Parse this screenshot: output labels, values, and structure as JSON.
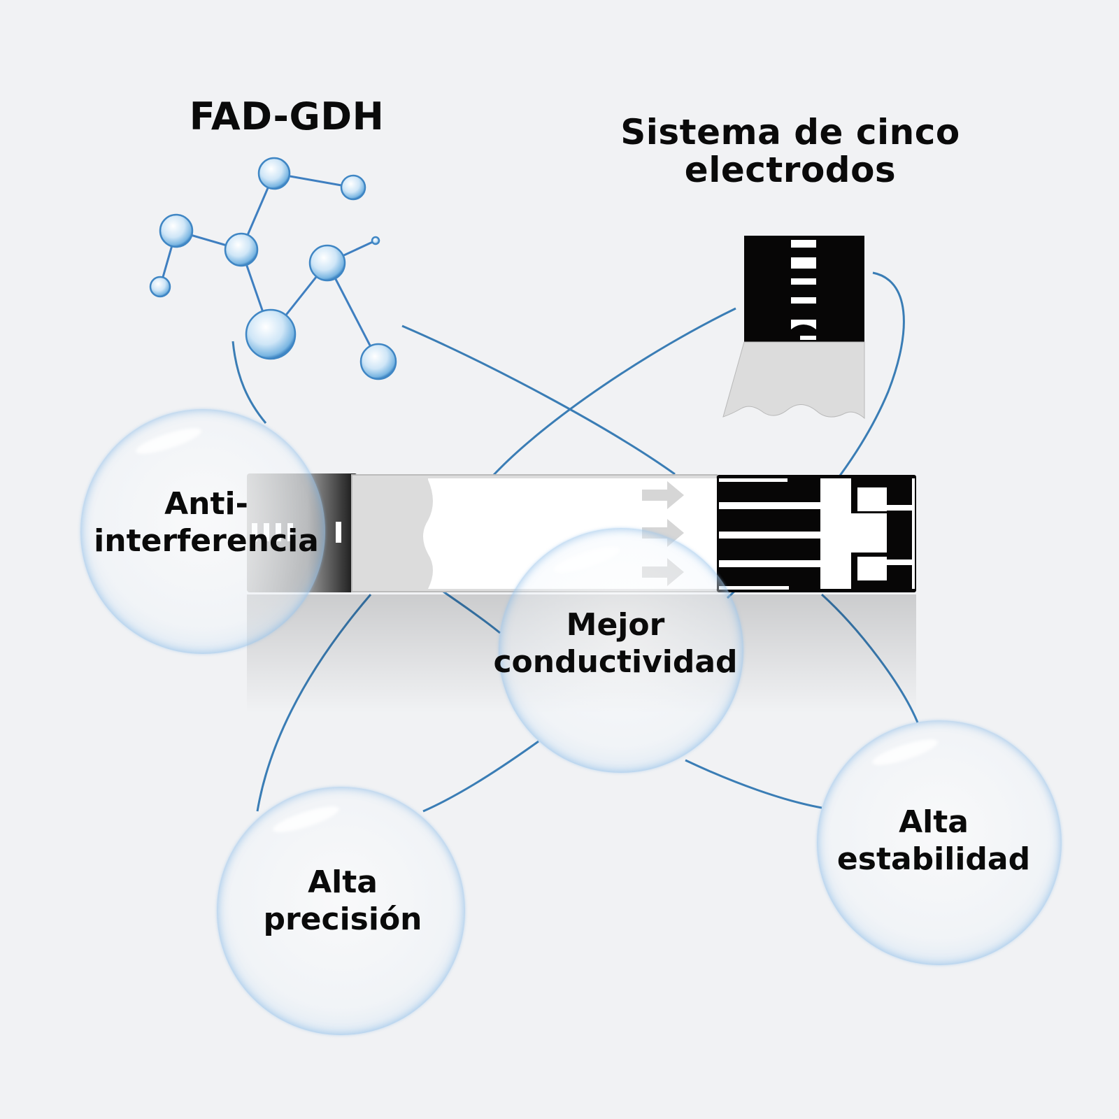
{
  "headings": {
    "enzyme": "FAD-GDH",
    "electrode_system": "Sistema de cinco electrodos"
  },
  "features": [
    {
      "id": "anti",
      "label": "Anti-\ninterferencia"
    },
    {
      "id": "conductivity",
      "label": "Mejor\nconductividad"
    },
    {
      "id": "precision",
      "label": "Alta\nprecisión"
    },
    {
      "id": "stability",
      "label": "Alta\nestabilidad"
    }
  ],
  "illustration": {
    "subject": "glucose test strip with five electrodes",
    "molecule_icon": "molecule-icon",
    "arrows": [
      "arrow-right-icon",
      "arrow-right-icon",
      "arrow-right-icon"
    ]
  },
  "colors": {
    "background": "#f1f2f4",
    "orbit_line": "#3a7db5",
    "text": "#0a0a0a",
    "strip_black": "#070606",
    "strip_gray": "#dcdcdc",
    "bubble_rim": "#7fb6e3"
  }
}
